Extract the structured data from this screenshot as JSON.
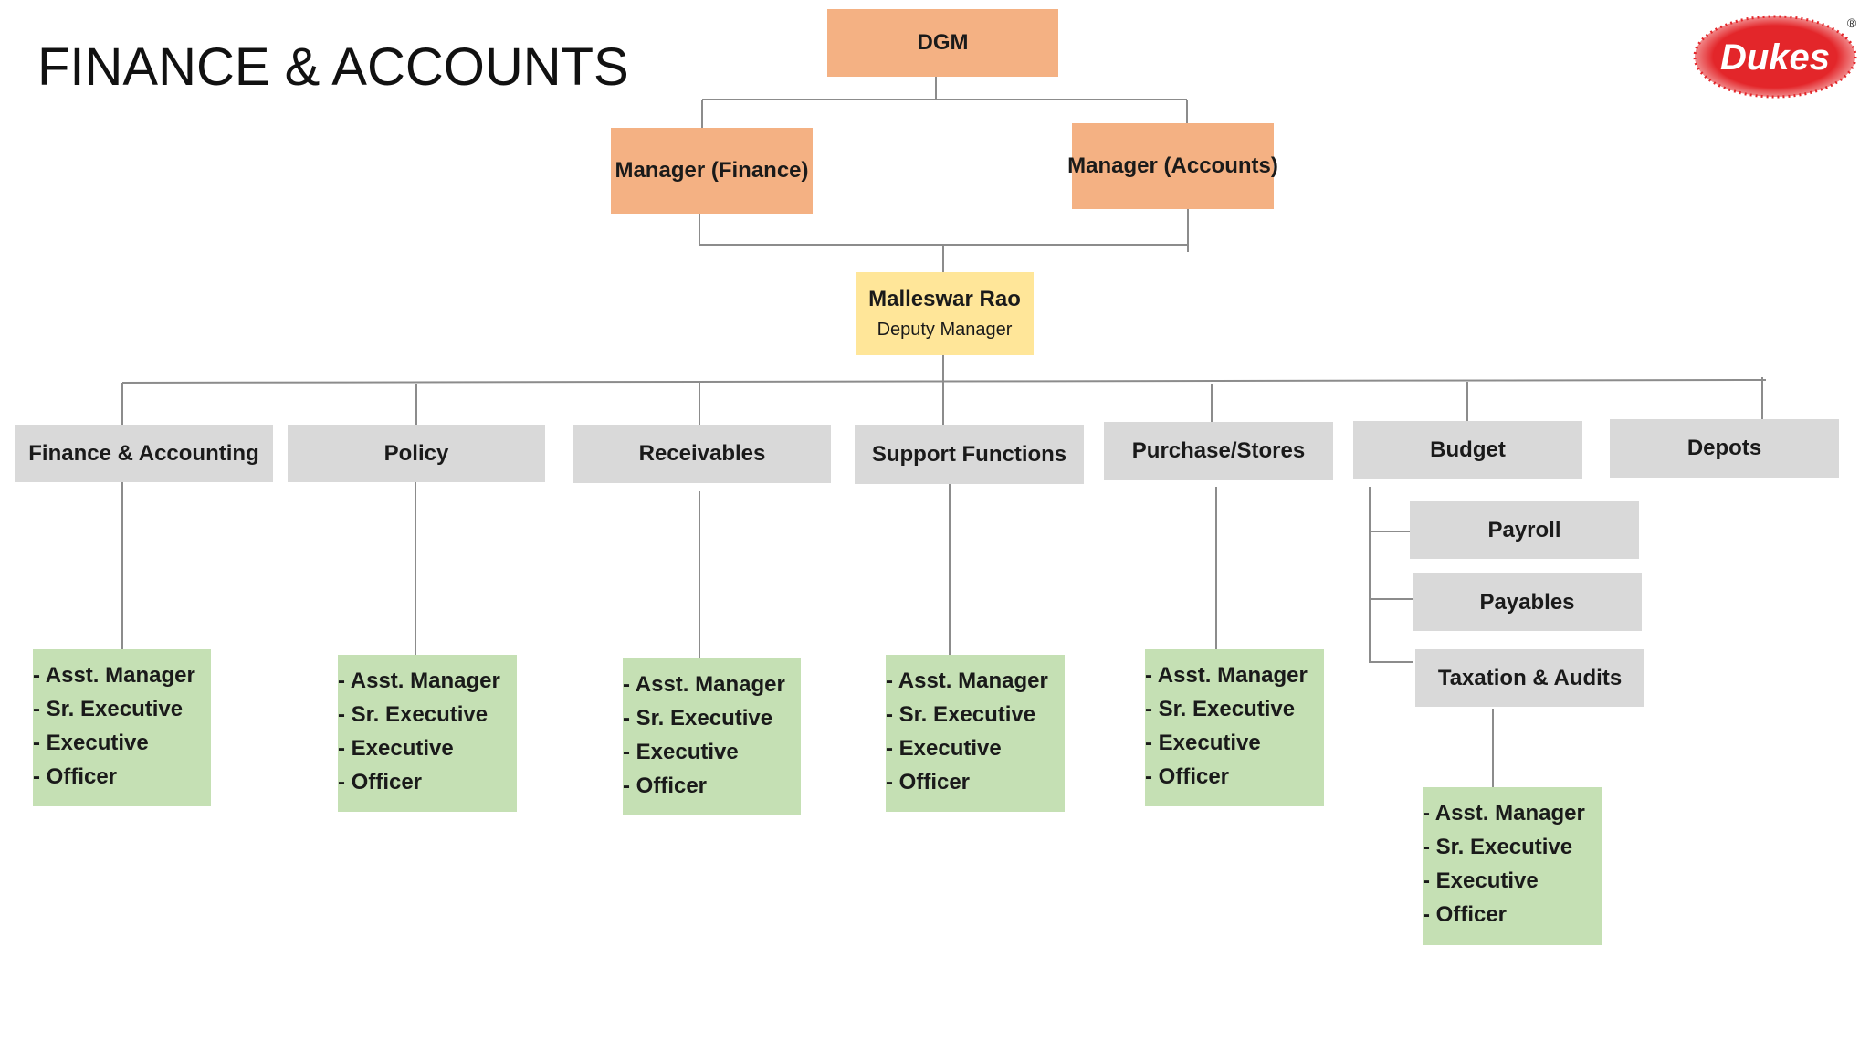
{
  "title": "FINANCE & ACCOUNTS",
  "logo": {
    "text": "Dukes",
    "mark": "®",
    "color": "#e3262a"
  },
  "colors": {
    "executive": "#f4b183",
    "head": "#ffe699",
    "department": "#d9d9d9",
    "roles": "#c5e0b4",
    "line": "#8c8c8c"
  },
  "nodes": {
    "dgm": "DGM",
    "manager_finance": "Manager (Finance)",
    "manager_accounts": "Manager (Accounts)",
    "head": {
      "name": "Malleswar Rao",
      "title": "Deputy Manager"
    }
  },
  "departments": [
    {
      "label": "Finance & Accounting"
    },
    {
      "label": "Policy"
    },
    {
      "label": "Receivables"
    },
    {
      "label": "Support Functions"
    },
    {
      "label": "Purchase/Stores"
    },
    {
      "label": "Budget"
    },
    {
      "label": "Depots"
    }
  ],
  "budget_children": [
    {
      "label": "Payroll"
    },
    {
      "label": "Payables"
    },
    {
      "label": "Taxation & Audits"
    }
  ],
  "role_lists": [
    [
      "- Asst. Manager",
      "- Sr. Executive",
      "- Executive",
      "- Officer"
    ],
    [
      "- Asst. Manager",
      "- Sr. Executive",
      "- Executive",
      "- Officer"
    ],
    [
      "- Asst. Manager",
      "- Sr. Executive",
      "- Executive",
      "- Officer"
    ],
    [
      "- Asst. Manager",
      "- Sr. Executive",
      "- Executive",
      "- Officer"
    ],
    [
      "- Asst. Manager",
      "- Sr. Executive",
      "- Executive",
      "- Officer"
    ],
    [
      "- Asst. Manager",
      "- Sr. Executive",
      "- Executive",
      "- Officer"
    ]
  ]
}
